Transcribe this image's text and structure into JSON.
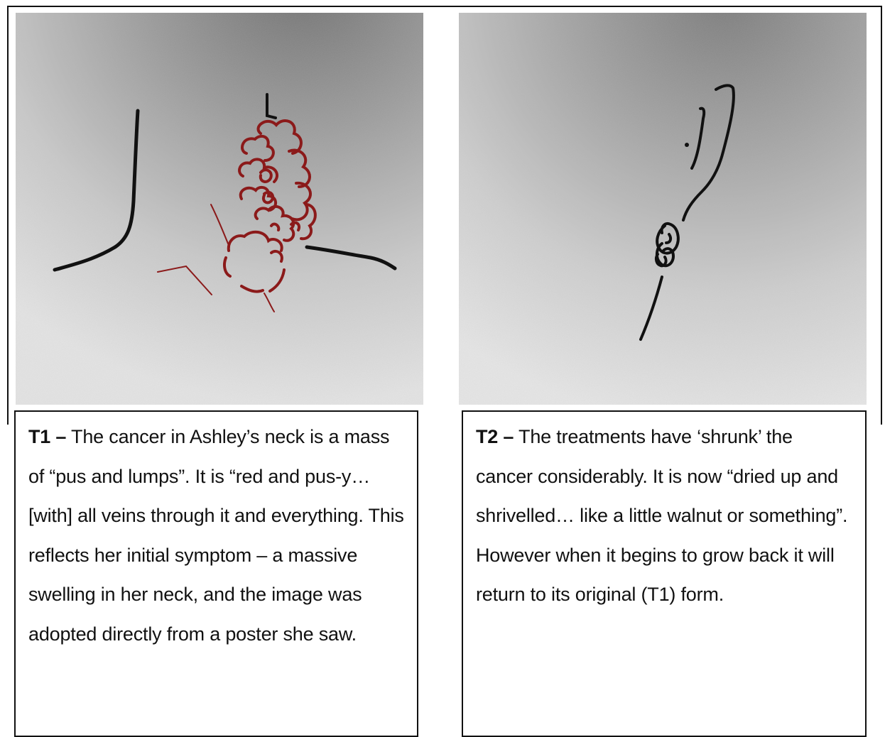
{
  "panels": [
    {
      "id": "T1",
      "label": "T1 –",
      "text": " The cancer in Ashley’s neck is a mass of “pus and lumps”. It is “red and pus-y… [with] all veins through it and everything. This reflects her initial symptom – a massive swelling in her neck, and the image was adopted directly from a poster she saw.",
      "drawing_colors": [
        "#111111",
        "#8b1a1a"
      ]
    },
    {
      "id": "T2",
      "label": "T2 –",
      "text": " The treatments have ‘shrunk’ the cancer considerably. It is now “dried up and shrivelled… like a little walnut or something”. However when it begins to grow back it will return to its original (T1) form.",
      "drawing_colors": [
        "#111111"
      ]
    }
  ]
}
